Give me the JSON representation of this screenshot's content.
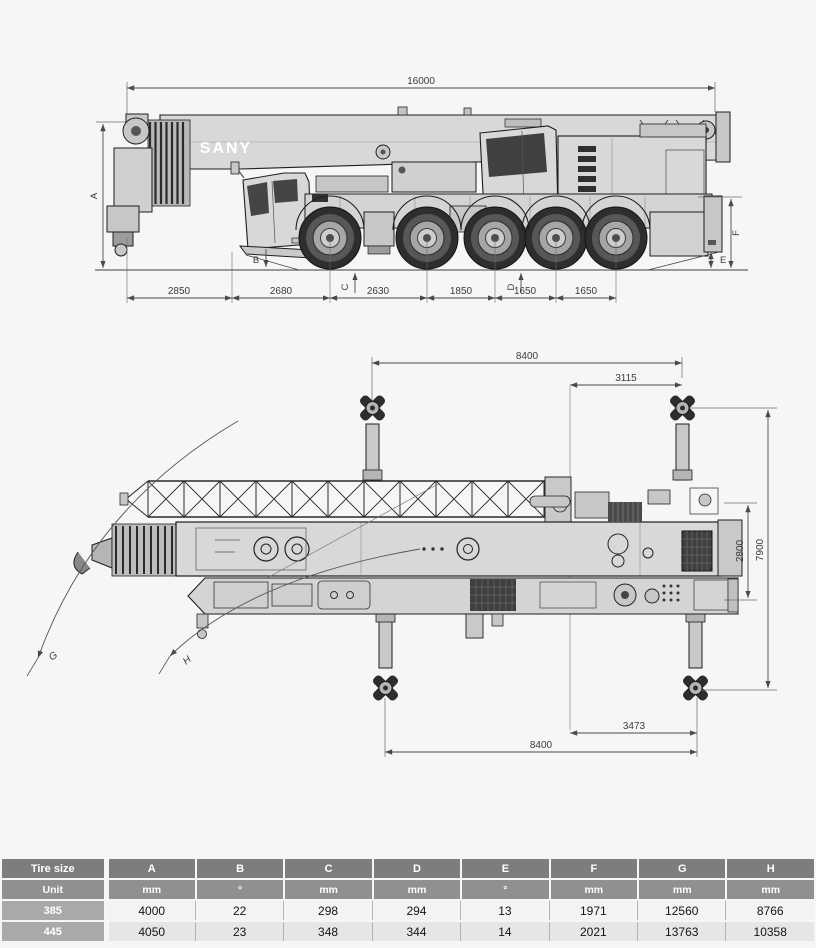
{
  "brand_logo": "SANY",
  "side_view": {
    "total_length": "16000",
    "labels": {
      "A": "A",
      "B": "B",
      "C": "C",
      "D": "D",
      "E": "E",
      "F": "F"
    },
    "chain_dims": [
      "2850",
      "2680",
      "2630",
      "1850",
      "1650",
      "1650"
    ]
  },
  "top_view": {
    "front_span": "8400",
    "front_offset": "3115",
    "body_width": "2800",
    "outrigger_width": "7900",
    "rear_offset": "3473",
    "rear_span": "8400",
    "labels": {
      "G": "G",
      "H": "H"
    }
  },
  "table": {
    "headers": [
      "Tire size",
      "A",
      "B",
      "C",
      "D",
      "E",
      "F",
      "G",
      "H"
    ],
    "units": [
      "Unit",
      "mm",
      "°",
      "mm",
      "mm",
      "°",
      "mm",
      "mm",
      "mm"
    ],
    "rows": [
      {
        "tire": "385",
        "values": [
          "4000",
          "22",
          "298",
          "294",
          "13",
          "1971",
          "12560",
          "8766"
        ]
      },
      {
        "tire": "445",
        "values": [
          "4050",
          "23",
          "348",
          "344",
          "14",
          "2021",
          "13763",
          "10358"
        ]
      }
    ]
  },
  "colors": {
    "page_background": "#f6f6f4",
    "body_fill": "#d8d8d8",
    "outline": "#1e1e1e",
    "dim_line": "#4a4a4a",
    "table_header": "#7d7d7d",
    "table_unit_row": "#909090",
    "table_tire_cell": "#a9a9a9",
    "table_row_light": "#f3f3f3",
    "table_row_dark": "#e6e6e6"
  }
}
